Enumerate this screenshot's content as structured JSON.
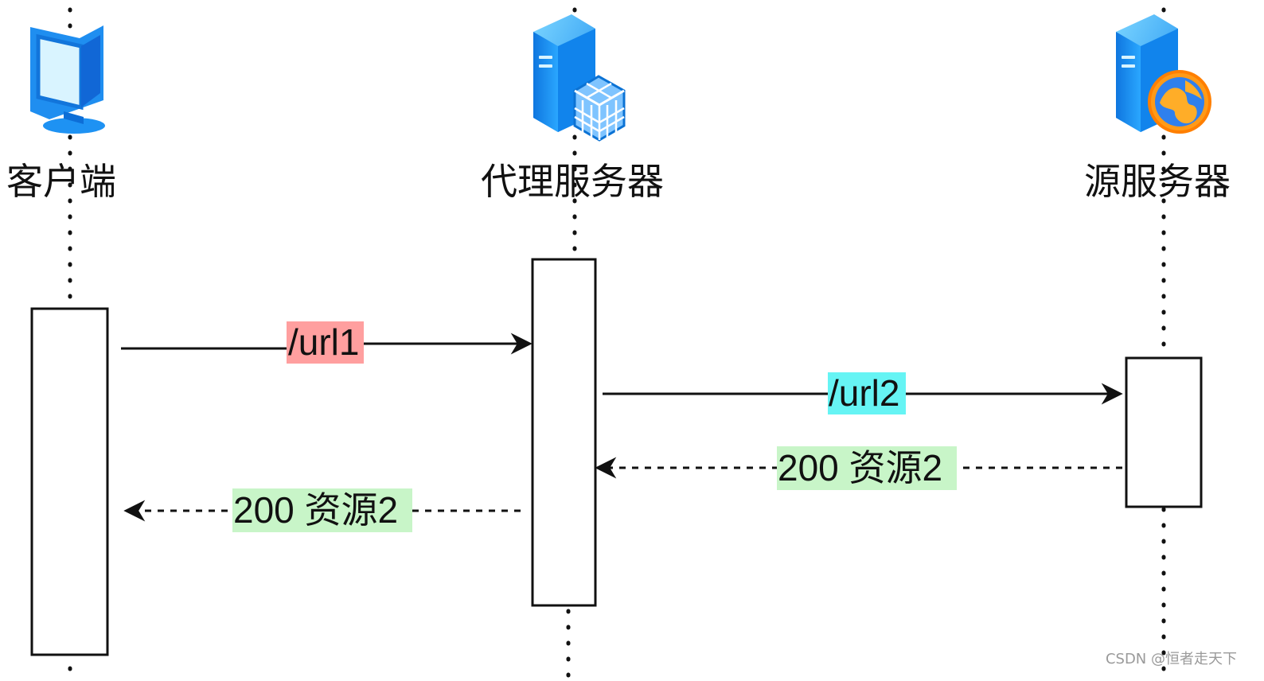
{
  "participants": [
    {
      "id": "client",
      "label": "客户端",
      "icon": "client-monitor-icon"
    },
    {
      "id": "proxy",
      "label": "代理服务器",
      "icon": "proxy-server-icon"
    },
    {
      "id": "origin",
      "label": "源服务器",
      "icon": "origin-server-icon"
    }
  ],
  "messages": [
    {
      "id": "request-url1",
      "label": "/url1",
      "highlight": "#ff9f9f",
      "style": "solid"
    },
    {
      "id": "request-url2",
      "label": "/url2",
      "highlight": "#66f4f4",
      "style": "solid"
    },
    {
      "id": "response-origin",
      "label": "200 资源2",
      "highlight": "#c8f5c8",
      "style": "dashed"
    },
    {
      "id": "response-proxy",
      "label": "200 资源2",
      "highlight": "#c8f5c8",
      "style": "dashed"
    }
  ],
  "colors": {
    "line": "#111111",
    "box_fill": "#ffffff",
    "box_stroke": "#111111",
    "icon_blue": "#1e90ff",
    "icon_light_blue": "#6cc8ff",
    "globe_orange": "#f39a1e"
  },
  "watermark": "CSDN @恒者走天下"
}
